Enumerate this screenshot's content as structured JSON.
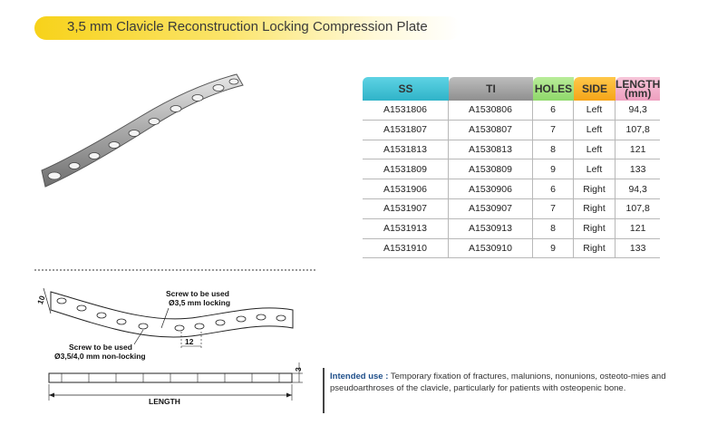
{
  "title": "3,5 mm Clavicle Reconstruction Locking Compression Plate",
  "table": {
    "headers": {
      "ss": "SS",
      "ti": "TI",
      "holes": "HOLES",
      "side": "SIDE",
      "length": "LENGTH",
      "length_unit": "(mm)"
    },
    "rows": [
      {
        "ss": "A1531806",
        "ti": "A1530806",
        "holes": "6",
        "side": "Left",
        "length": "94,3"
      },
      {
        "ss": "A1531807",
        "ti": "A1530807",
        "holes": "7",
        "side": "Left",
        "length": "107,8"
      },
      {
        "ss": "A1531813",
        "ti": "A1530813",
        "holes": "8",
        "side": "Left",
        "length": "121"
      },
      {
        "ss": "A1531809",
        "ti": "A1530809",
        "holes": "9",
        "side": "Left",
        "length": "133"
      },
      {
        "ss": "A1531906",
        "ti": "A1530906",
        "holes": "6",
        "side": "Right",
        "length": "94,3"
      },
      {
        "ss": "A1531907",
        "ti": "A1530907",
        "holes": "7",
        "side": "Right",
        "length": "107,8"
      },
      {
        "ss": "A1531913",
        "ti": "A1530913",
        "holes": "8",
        "side": "Right",
        "length": "121"
      },
      {
        "ss": "A1531910",
        "ti": "A1530910",
        "holes": "9",
        "side": "Right",
        "length": "133"
      }
    ]
  },
  "drawing": {
    "dim_width": "10",
    "locking_label_1": "Screw to be used",
    "locking_label_2": "Ø3,5 mm locking",
    "spacing": "12",
    "nonlocking_label_1": "Screw to be used",
    "nonlocking_label_2": "Ø3,5/4,0 mm non-locking",
    "thickness": "3",
    "length_label": "LENGTH"
  },
  "intended_use": {
    "label": "Intended use :",
    "text": " Temporary fixation of fractures, malunions, nonunions, osteoto-mies and pseudoarthroses of the clavicle, particularly for patients with osteopenic bone."
  },
  "colors": {
    "ss": "#2fb3c8",
    "ti": "#8f8f8f",
    "holes": "#8fd86a",
    "side": "#f5a418",
    "length": "#ee9fbf",
    "title_bar": "#f7d21a"
  }
}
